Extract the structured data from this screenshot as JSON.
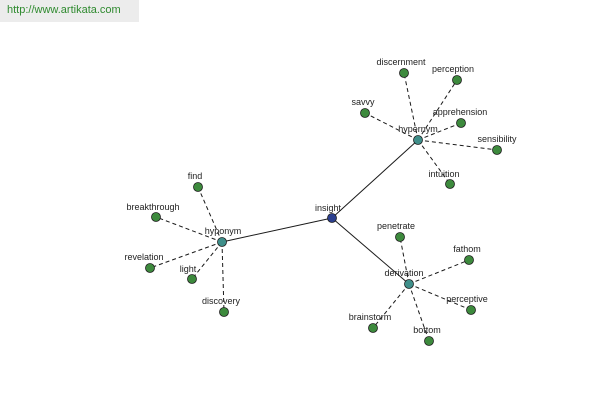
{
  "banner": {
    "url": "http://www.artikata.com",
    "color": "#2f8a2f"
  },
  "colors": {
    "center": "#2b3f8f",
    "relation": "#3f8f8a",
    "leaf": "#3d8a3d",
    "edge": "#1a1a1a"
  },
  "graph": {
    "center": "insight",
    "relations": [
      {
        "name": "hyponym",
        "words": [
          "find",
          "breakthrough",
          "revelation",
          "light",
          "discovery"
        ]
      },
      {
        "name": "hypernym",
        "words": [
          "discernment",
          "perception",
          "savvy",
          "apprehension",
          "sensibility",
          "intuition"
        ]
      },
      {
        "name": "derivation",
        "words": [
          "penetrate",
          "fathom",
          "perceptive",
          "bottom",
          "brainstorm"
        ]
      }
    ]
  }
}
